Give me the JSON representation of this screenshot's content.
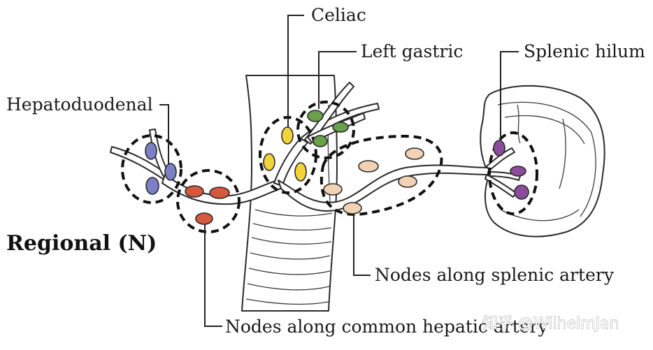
{
  "title": "Regional (N)",
  "labels": {
    "hepatoduodenal": "Hepatoduodenal",
    "celiac": "Celiac",
    "left_gastric": "Left gastric",
    "splenic_hilum": "Splenic hilum",
    "splenic_artery": "Nodes along splenic artery",
    "common_hepatic": "Nodes along common hepatic artery"
  },
  "watermark": "知乎 @WilhelmJan",
  "colors": {
    "hepatoduodenal": "#7b7fc6",
    "common_hepatic": "#d4593d",
    "celiac": "#f2d33a",
    "left_gastric": "#6aa04b",
    "splenic_artery": "#f1d2b4",
    "splenic_hilum": "#8c4c9b"
  }
}
